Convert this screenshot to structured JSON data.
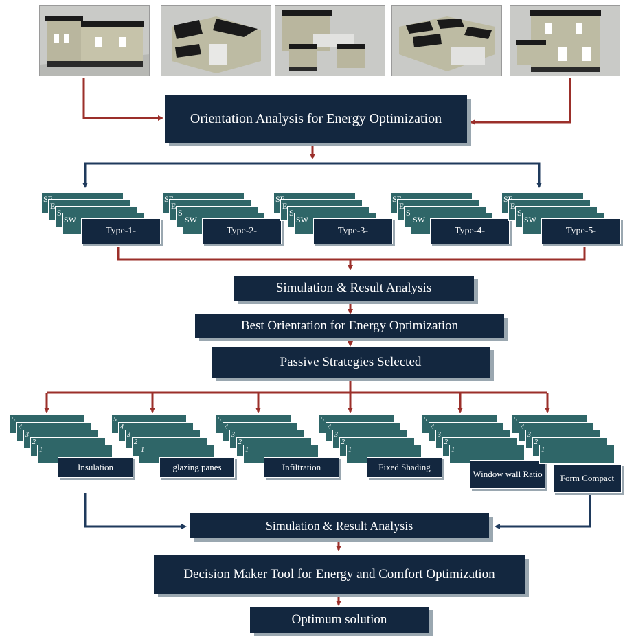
{
  "top_box": "Orientation Analysis for Energy Optimization",
  "types": [
    "Type-1-",
    "Type-2-",
    "Type-3-",
    "Type-4-",
    "Type-5-"
  ],
  "orientation_letters": [
    "SE",
    "E",
    "S",
    "SW"
  ],
  "sim1": "Simulation & Result Analysis",
  "best": "Best Orientation for Energy Optimization",
  "passive": "Passive Strategies Selected",
  "strategies": [
    {
      "label": "Insulation",
      "numbers": [
        "5",
        "4",
        "3",
        "2",
        "1"
      ]
    },
    {
      "label": "glazing panes",
      "numbers": [
        "5",
        "4",
        "3",
        "2",
        "1"
      ]
    },
    {
      "label": "Infiltration",
      "numbers": [
        "5",
        "4",
        "3",
        "2",
        "1"
      ]
    },
    {
      "label": "Fixed Shading",
      "numbers": [
        "5",
        "4",
        "3",
        "2",
        "1"
      ]
    },
    {
      "label": "Window wall Ratio",
      "numbers": [
        "5",
        "4",
        "3",
        "2",
        "1"
      ]
    },
    {
      "label": "Form Compact",
      "numbers": [
        "5",
        "4",
        "3",
        "2",
        "1"
      ]
    }
  ],
  "sim2": "Simulation & Result Analysis",
  "decision": "Decision Maker Tool for Energy and Comfort Optimization",
  "optimum": "Optimum solution",
  "colors": {
    "navy": "#13273f",
    "teal": "#2f6668",
    "red_arrow": "#9b2f2a",
    "blue_arrow": "#1f3a5c"
  }
}
